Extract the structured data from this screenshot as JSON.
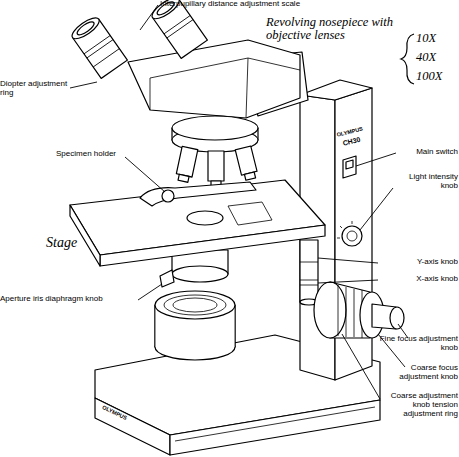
{
  "diagram": {
    "labels": [
      "Interpupillary distance adjustment scale",
      "Revolving nosepiece with objective lenses",
      "10X",
      "40X",
      "100X",
      "Diopter adjustment ring",
      "Specimen holder",
      "Stage",
      "Aperture iris diaphragm knob",
      "Main switch",
      "Light intensity knob",
      "Y-axis knob",
      "X-axis knob",
      "Fine focus adjustment knob",
      "Coarse focus adjustment knob",
      "Coarse adjustment knob tension adjustment ring",
      "OLYMPUS",
      "CH30",
      "OLYMPUS"
    ]
  }
}
